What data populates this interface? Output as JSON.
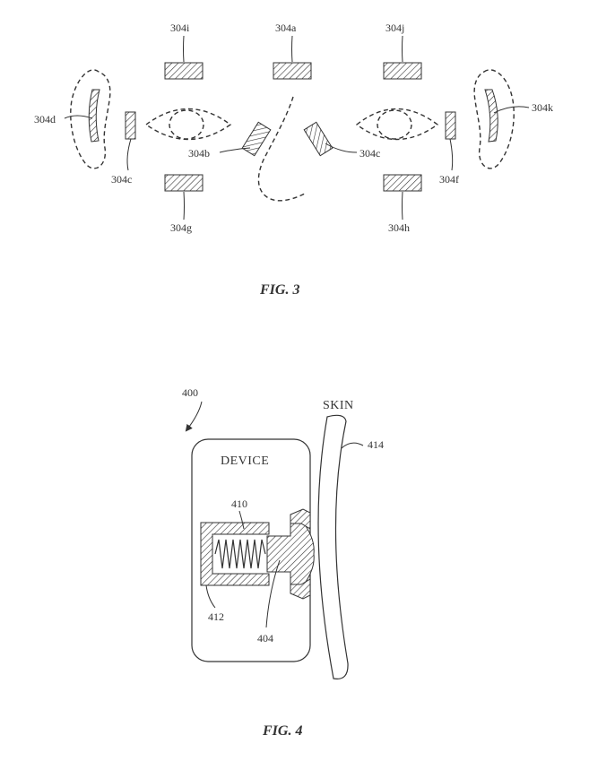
{
  "fig3": {
    "caption": "FIG. 3",
    "labels": {
      "a": "304a",
      "b": "304b",
      "c_left": "304c",
      "c_right": "304c",
      "d": "304d",
      "f": "304f",
      "g": "304g",
      "h": "304h",
      "i": "304i",
      "j": "304j",
      "k": "304k"
    }
  },
  "fig4": {
    "caption": "FIG. 4",
    "ref": "400",
    "device_label": "DEVICE",
    "skin_label": "SKIN",
    "labels": {
      "p404": "404",
      "p410": "410",
      "p412": "412",
      "p414": "414"
    }
  },
  "colors": {
    "ink": "#333333",
    "paper": "#ffffff"
  }
}
